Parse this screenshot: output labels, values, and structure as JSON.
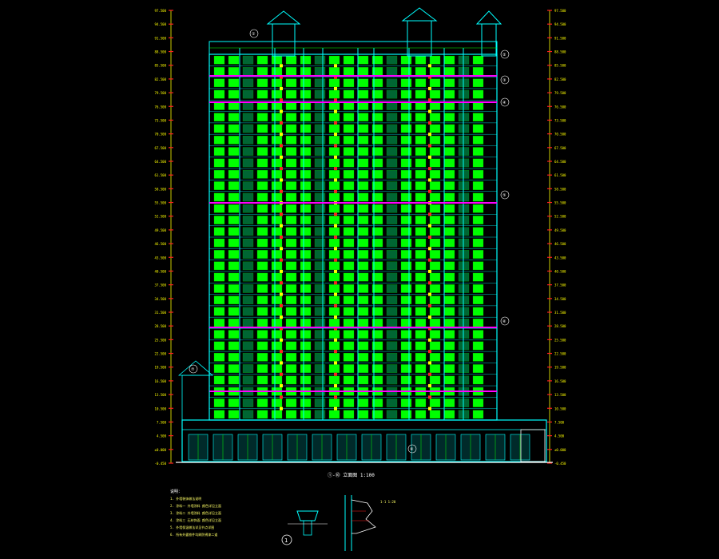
{
  "drawing": {
    "elevation_title": "①-⑩ 立面图 1:100",
    "section_title": "1-1 1:20",
    "detail_number": "1",
    "notes_heading": "说明：",
    "notes": [
      "1. 外墙装饰做法说明",
      "2. 涂料一 外墙涂料 颜色详见立面",
      "3. 涂料二 外墙涂料 颜色详见立面",
      "4. 涂料三 石材饰面 颜色详见立面",
      "5. 外墙保温做法详见节点详图",
      "6. 所有外露铁件均刷防锈漆二道"
    ]
  },
  "floors": {
    "count": 32,
    "levels": [
      "-0.450",
      "±0.000",
      "4.500",
      "7.500",
      "10.500",
      "13.500",
      "16.500",
      "19.500",
      "22.500",
      "25.500",
      "28.500",
      "31.500",
      "34.500",
      "37.500",
      "40.500",
      "43.500",
      "46.500",
      "49.500",
      "52.500",
      "55.500",
      "58.500",
      "61.500",
      "64.500",
      "67.500",
      "70.500",
      "73.500",
      "76.500",
      "79.500",
      "82.500",
      "85.500",
      "88.500",
      "91.500",
      "94.500",
      "97.500"
    ]
  },
  "callouts": [
    "①",
    "②",
    "③",
    "④",
    "⑤",
    "⑥",
    "⑦",
    "⑧"
  ],
  "colors": {
    "background": "#000000",
    "window_fill": "#00ff00",
    "outline": "#00ffff",
    "dimension": "#ffff00",
    "level_mark": "#ff2020",
    "band": "#ff00ff",
    "text": "#ffffff"
  }
}
